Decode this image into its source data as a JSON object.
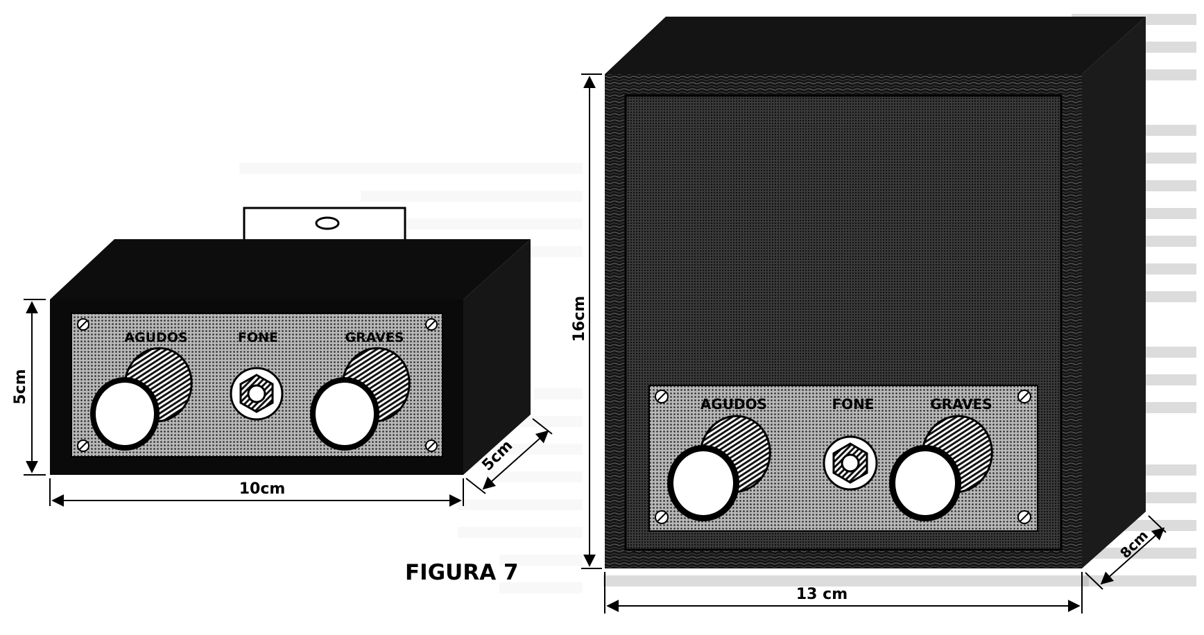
{
  "figure_label": "FIGURA 7",
  "small_box": {
    "knob_left_label": "AGUDOS",
    "jack_label": "FONE",
    "knob_right_label": "GRAVES",
    "height_dim": "5cm",
    "width_dim": "10cm",
    "depth_dim": "5cm"
  },
  "speaker_box": {
    "knob_left_label": "AGUDOS",
    "jack_label": "FONE",
    "knob_right_label": "GRAVES",
    "height_dim": "16cm",
    "width_dim": "13 cm",
    "depth_dim": "8cm"
  }
}
